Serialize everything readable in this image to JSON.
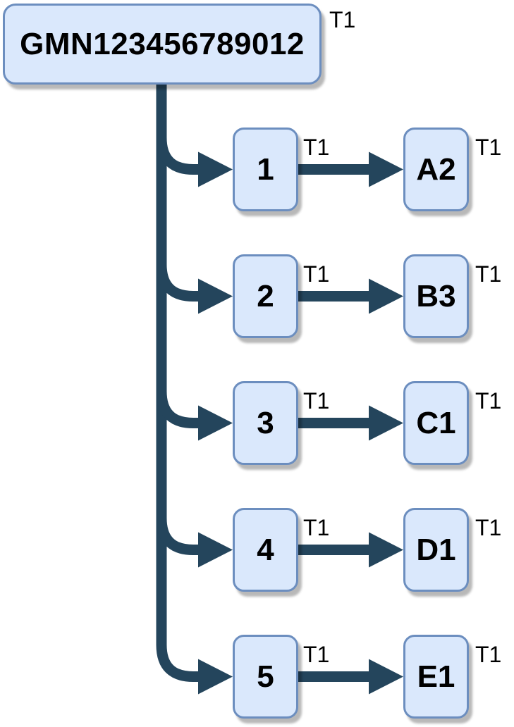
{
  "diagram": {
    "root": {
      "label": "GMN123456789012",
      "tag": "T1"
    },
    "rows": [
      {
        "source": "1",
        "edge_tag": "T1",
        "target": "A2",
        "target_tag": "T1"
      },
      {
        "source": "2",
        "edge_tag": "T1",
        "target": "B3",
        "target_tag": "T1"
      },
      {
        "source": "3",
        "edge_tag": "T1",
        "target": "C1",
        "target_tag": "T1"
      },
      {
        "source": "4",
        "edge_tag": "T1",
        "target": "D1",
        "target_tag": "T1"
      },
      {
        "source": "5",
        "edge_tag": "T1",
        "target": "E1",
        "target_tag": "T1"
      }
    ],
    "colors": {
      "node_fill": "#dae8fc",
      "node_border": "#6c8ebf",
      "connector": "#24455c",
      "label_text": "#000000"
    }
  }
}
